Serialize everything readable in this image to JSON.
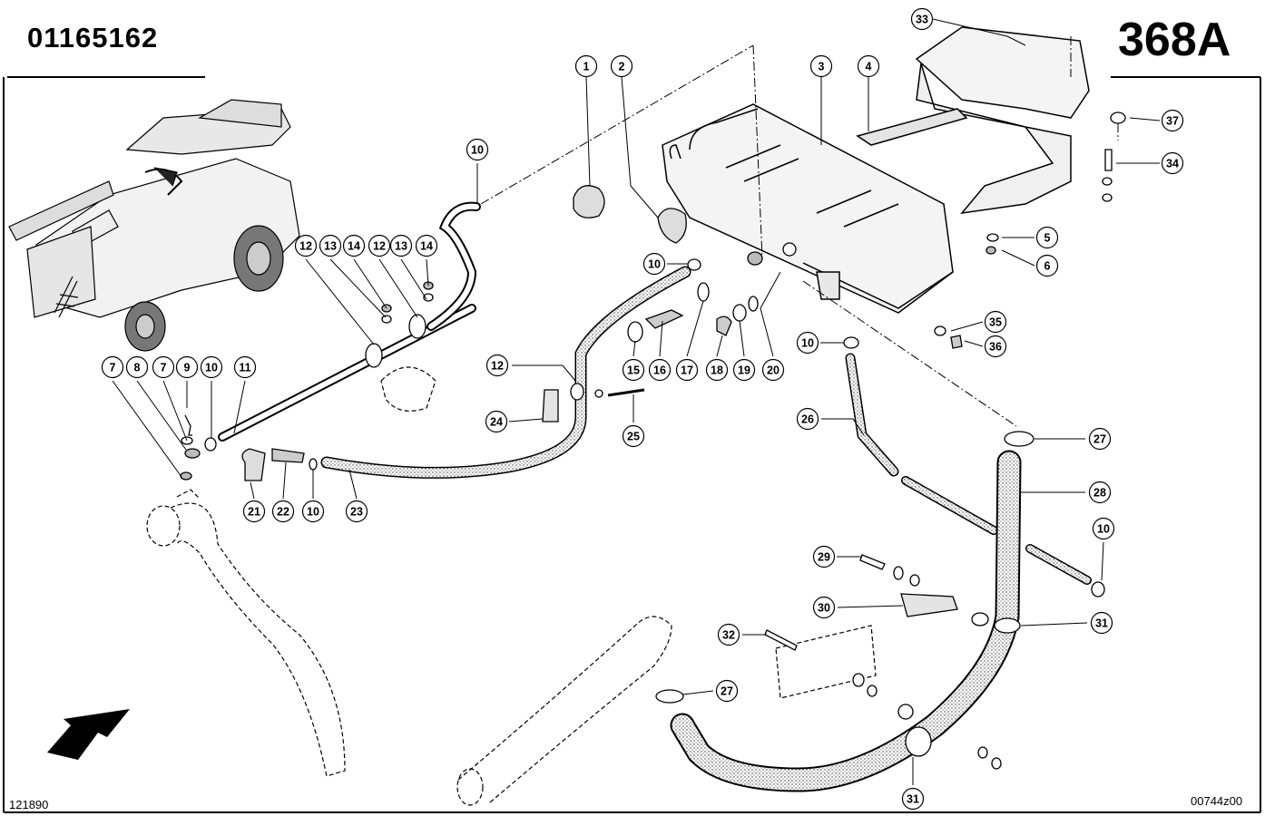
{
  "header": {
    "part_number": "01165162",
    "page_code": "368A"
  },
  "footer": {
    "ref_left": "121890",
    "ref_right": "00744z00"
  },
  "callouts": [
    {
      "label": "1"
    },
    {
      "label": "2"
    },
    {
      "label": "3"
    },
    {
      "label": "4"
    },
    {
      "label": "33"
    },
    {
      "label": "37"
    },
    {
      "label": "34"
    },
    {
      "label": "5"
    },
    {
      "label": "6"
    },
    {
      "label": "10"
    },
    {
      "label": "10"
    },
    {
      "label": "35"
    },
    {
      "label": "36"
    },
    {
      "label": "10"
    },
    {
      "label": "15"
    },
    {
      "label": "16"
    },
    {
      "label": "17"
    },
    {
      "label": "18"
    },
    {
      "label": "19"
    },
    {
      "label": "20"
    },
    {
      "label": "12"
    },
    {
      "label": "13"
    },
    {
      "label": "14"
    },
    {
      "label": "12"
    },
    {
      "label": "13"
    },
    {
      "label": "14"
    },
    {
      "label": "7"
    },
    {
      "label": "8"
    },
    {
      "label": "7"
    },
    {
      "label": "9"
    },
    {
      "label": "10"
    },
    {
      "label": "11"
    },
    {
      "label": "12"
    },
    {
      "label": "24"
    },
    {
      "label": "25"
    },
    {
      "label": "21"
    },
    {
      "label": "22"
    },
    {
      "label": "10"
    },
    {
      "label": "23"
    },
    {
      "label": "26"
    },
    {
      "label": "27"
    },
    {
      "label": "28"
    },
    {
      "label": "10"
    },
    {
      "label": "29"
    },
    {
      "label": "30"
    },
    {
      "label": "31"
    },
    {
      "label": "32"
    },
    {
      "label": "27"
    },
    {
      "label": "31"
    }
  ]
}
